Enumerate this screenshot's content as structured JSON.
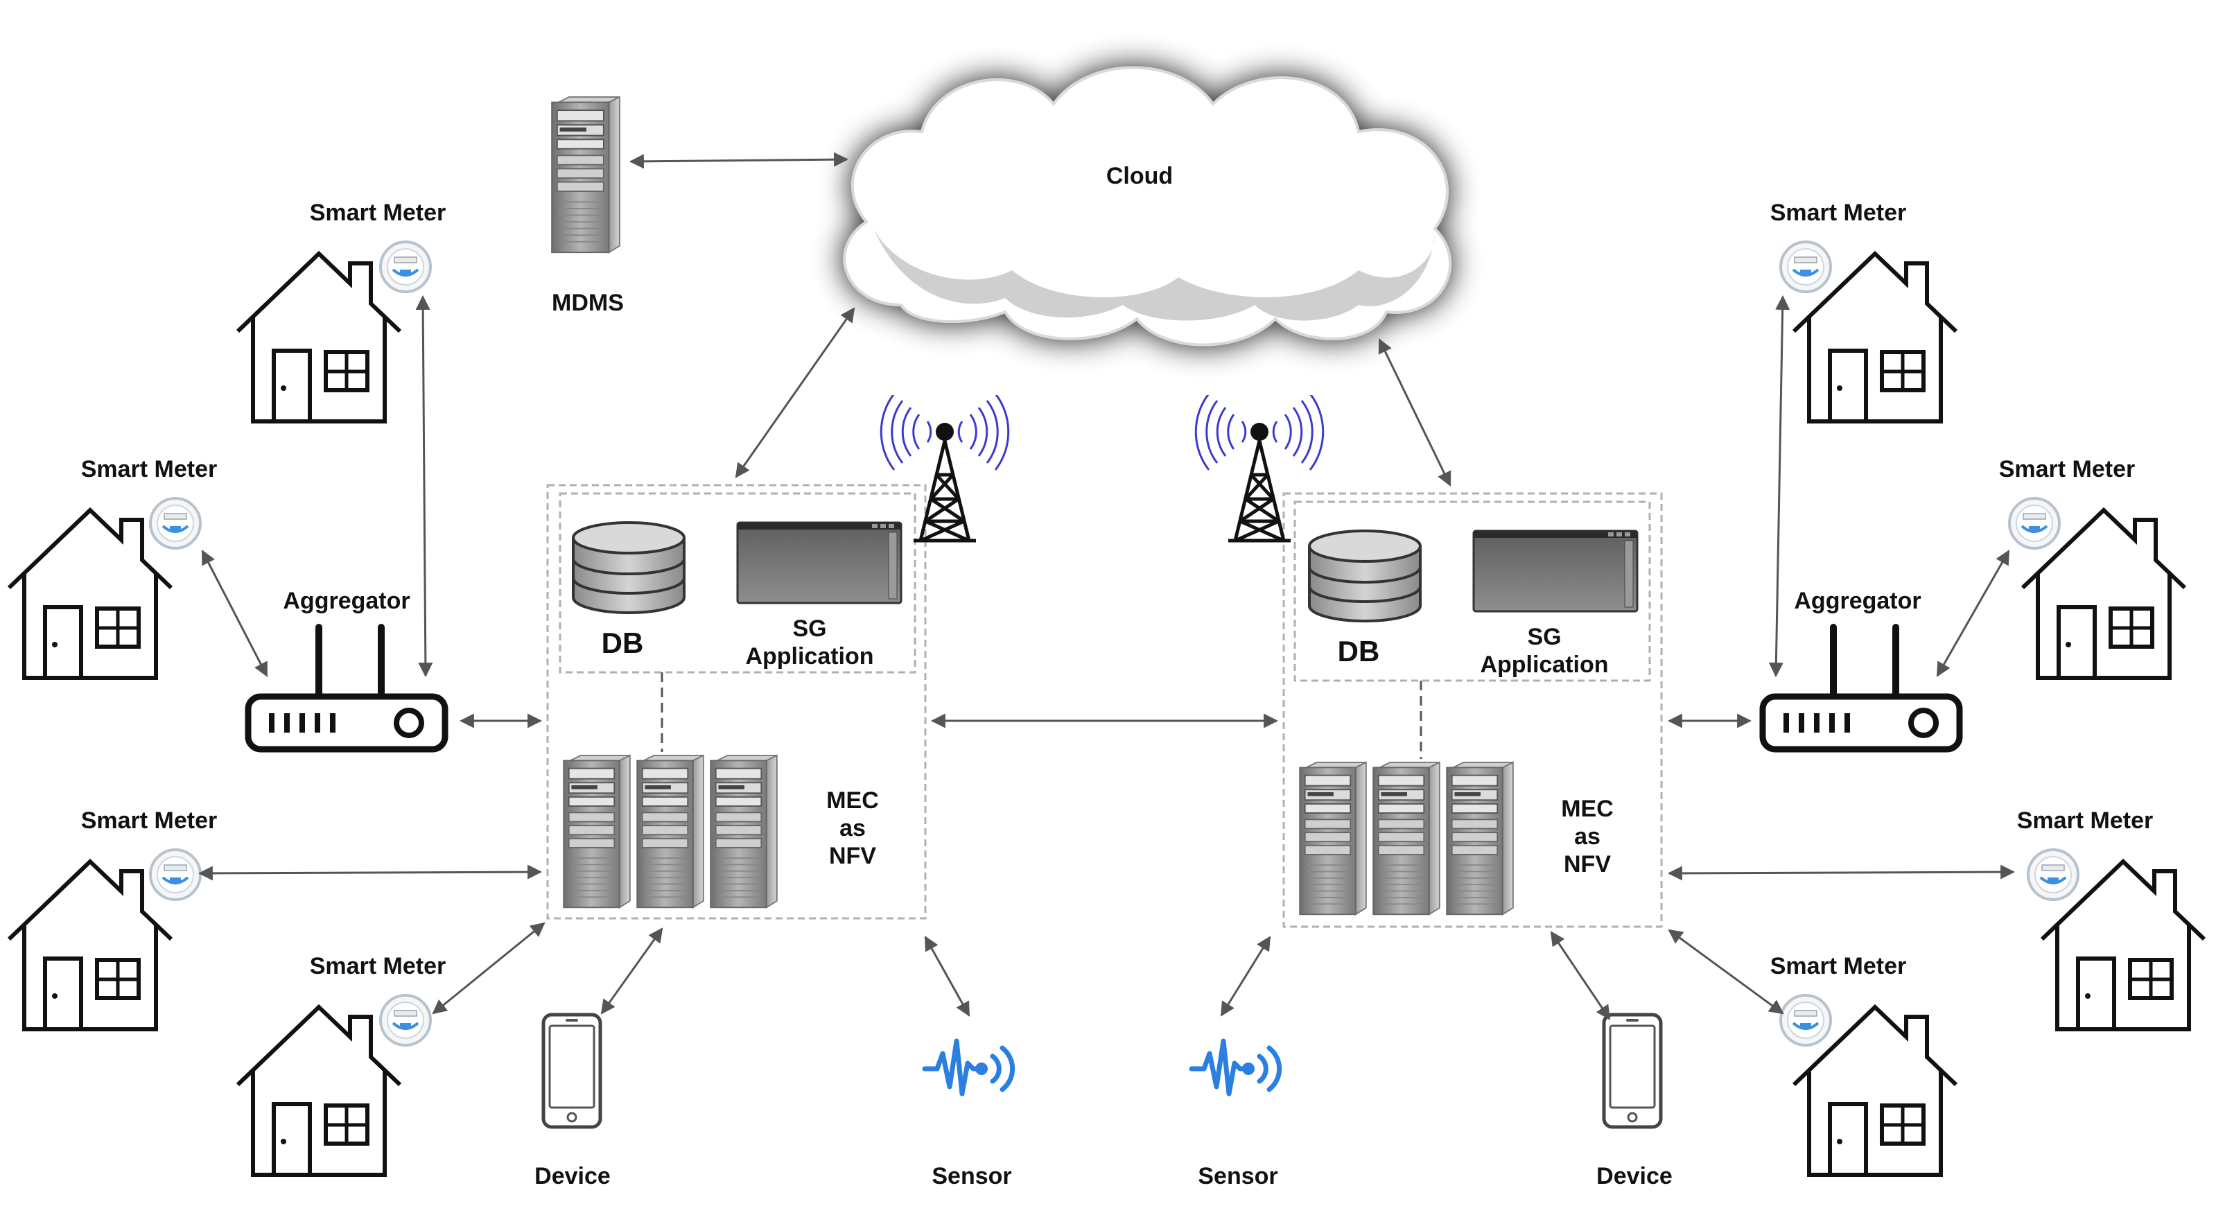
{
  "diagram": {
    "cloud": {
      "label": "Cloud"
    },
    "mdms": {
      "label": "MDMS"
    },
    "left_edge": {
      "db_label": "DB",
      "app_label_line1": "SG",
      "app_label_line2": "Application",
      "mec_line1": "MEC",
      "mec_line2": "as",
      "mec_line3": "NFV"
    },
    "right_edge": {
      "db_label": "DB",
      "app_label_line1": "SG",
      "app_label_line2": "Application",
      "mec_line1": "MEC",
      "mec_line2": "as",
      "mec_line3": "NFV"
    },
    "aggregator_left": {
      "label": "Aggregator"
    },
    "aggregator_right": {
      "label": "Aggregator"
    },
    "smart_meter_label": "Smart Meter",
    "device_left": {
      "label": "Device"
    },
    "device_right": {
      "label": "Device"
    },
    "sensor_left": {
      "label": "Sensor"
    },
    "sensor_right": {
      "label": "Sensor"
    },
    "colors": {
      "arrow": "#555555",
      "box_border": "#b0b0b0",
      "antenna_waves": "#3b3bd0",
      "sensor": "#2a7fe0",
      "meter": "#3d8fe0"
    }
  }
}
